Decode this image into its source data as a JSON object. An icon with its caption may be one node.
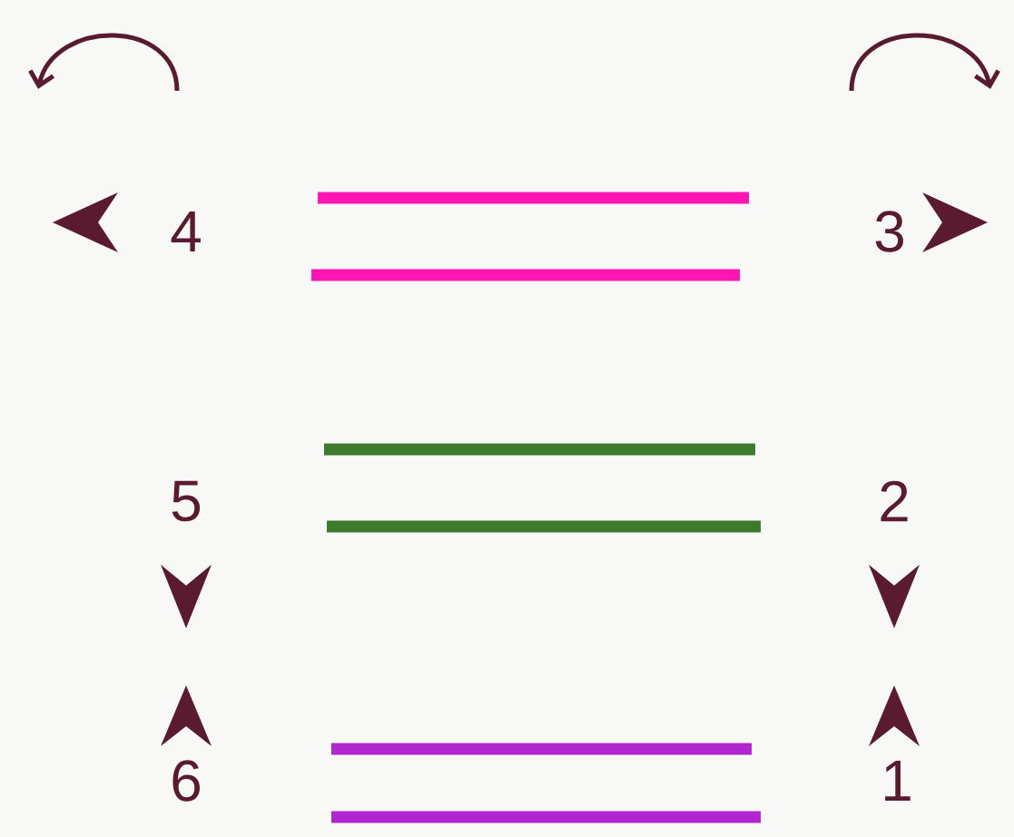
{
  "diagram": {
    "labels": [
      "4",
      "3",
      "5",
      "2",
      "6",
      "1"
    ]
  }
}
